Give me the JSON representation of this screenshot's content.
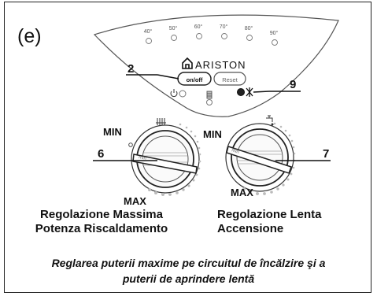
{
  "panel_label": "(e)",
  "brand": "ARISTON",
  "temperature_marks": [
    "40°",
    "50°",
    "60°",
    "70°",
    "80°",
    "90°"
  ],
  "buttons": {
    "onoff": "on/off",
    "reset": "Reset"
  },
  "callouts": {
    "c2": "2",
    "c9": "9",
    "c6": "6",
    "c7": "7"
  },
  "knob_left": {
    "min": "MIN",
    "max": "MAX",
    "inner": "min"
  },
  "knob_right": {
    "min": "MIN",
    "max": "MAX",
    "inner": "min"
  },
  "captions": {
    "left_line1": "Regolazione Massima",
    "left_line2": "Potenza Riscaldamento",
    "right_line1": "Regolazione Lenta",
    "right_line2": "Accensione"
  },
  "note": {
    "line1": "Reglarea puterii maxime pe circuitul de încălzire şi a",
    "line2": "puterii de aprindere lentă"
  },
  "icons": [
    "power-icon",
    "burner-icon",
    "radiator-icon",
    "tap-icon",
    "fan-icon",
    "home-logo-icon"
  ]
}
